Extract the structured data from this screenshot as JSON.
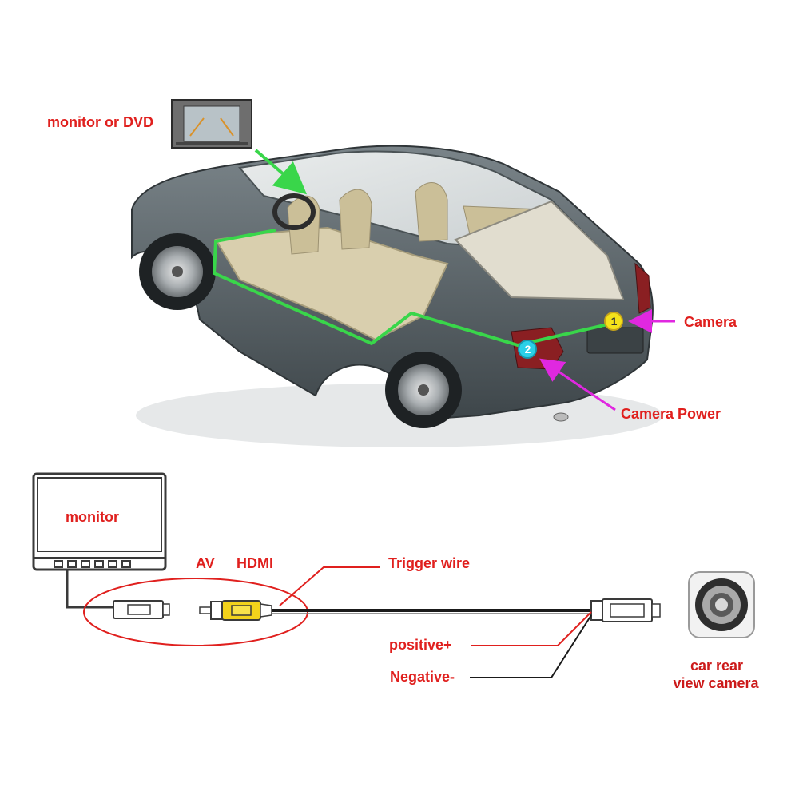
{
  "top": {
    "monitor_or_dvd": "monitor or DVD",
    "camera": "Camera",
    "camera_power": "Camera Power",
    "marker_1": "1",
    "marker_2": "2"
  },
  "wiring": {
    "monitor": "monitor",
    "av": "AV",
    "hdmi": "HDMI",
    "trigger_wire": "Trigger wire",
    "positive": "positive+",
    "negative": "Negative-",
    "camera_caption_line1": "car rear",
    "camera_caption_line2": "view camera"
  },
  "colors": {
    "label_red": "#e0201e",
    "path_green": "#39d64a",
    "pointer_magenta": "#e028e0",
    "car_body": "#5c666b",
    "interior_beige": "#d9cfae",
    "marker_yellow": "#f4e21a",
    "marker_cyan": "#2ad0e8",
    "rca_yellow": "#f2d21b"
  }
}
